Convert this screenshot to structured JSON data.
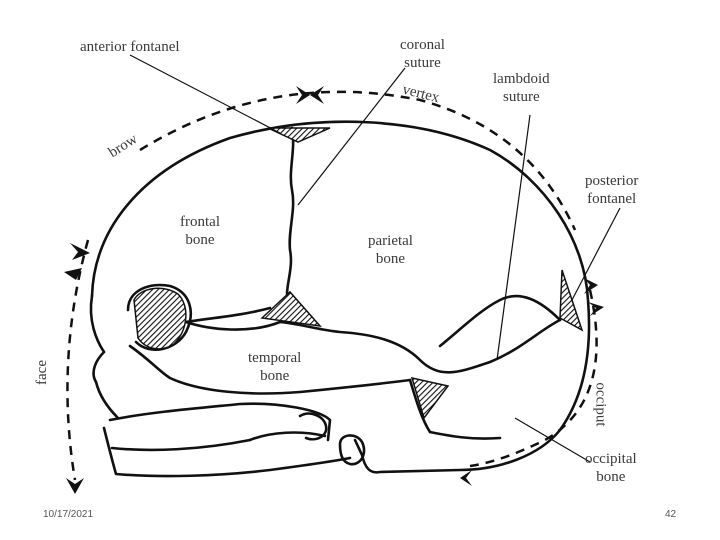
{
  "labels": {
    "anterior_fontanel": "anterior fontanel",
    "coronal_suture": [
      "coronal",
      "suture"
    ],
    "lambdoid_suture": [
      "lambdoid",
      "suture"
    ],
    "posterior_fontanel": [
      "posterior",
      "fontanel"
    ],
    "frontal_bone": [
      "frontal",
      "bone"
    ],
    "parietal_bone": [
      "parietal",
      "bone"
    ],
    "temporal_bone": [
      "temporal",
      "bone"
    ],
    "occipital_bone": [
      "occipital",
      "bone"
    ]
  },
  "arc_labels": {
    "vertex": "vertex",
    "brow": "brow",
    "face": "face",
    "occiput": "occiput"
  },
  "footer": {
    "date": "10/17/2021",
    "page_number": "42"
  }
}
